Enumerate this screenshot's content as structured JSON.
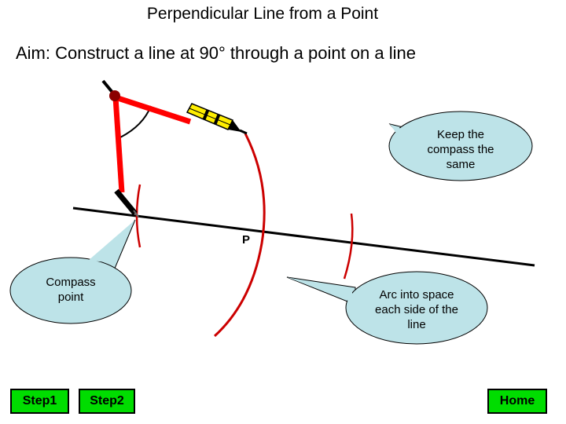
{
  "title": "Perpendicular Line from a Point",
  "aim": "Aim: Construct a line at 90° through a point on a line",
  "point_label": "P",
  "callouts": {
    "keep": "Keep the compass the same",
    "compass_point": "Compass point",
    "arc": "Arc into space each side of the line"
  },
  "buttons": {
    "step1": "Step1",
    "step2": "Step2",
    "home": "Home"
  },
  "colors": {
    "compass": "#ff0000",
    "arc": "#cc0000",
    "callout_fill": "#bde3e8",
    "button": "#00dd00",
    "pencil": "#ffee00"
  }
}
